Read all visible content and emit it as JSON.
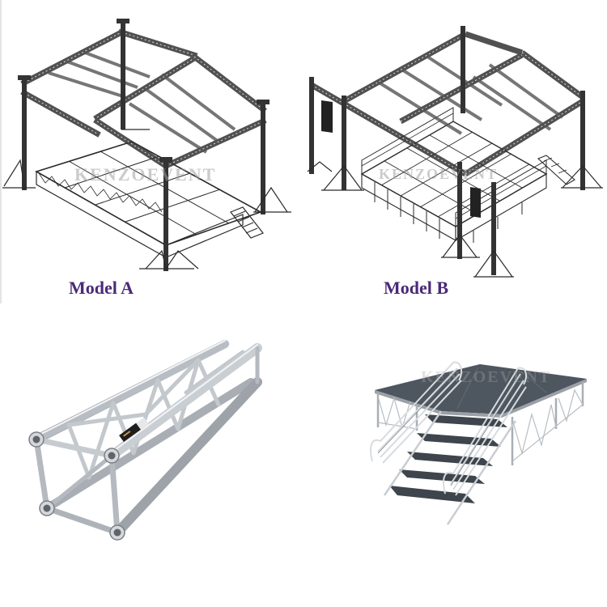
{
  "panels": [
    {
      "id": "model-a",
      "type": "line-drawing",
      "subject": "stage roof truss structure with stage platform and stairs",
      "caption": "Model A",
      "watermark": "KENZOEVENT"
    },
    {
      "id": "model-b",
      "type": "line-drawing",
      "subject": "stage roof truss structure with speaker line arrays, railed stage platform and stairs",
      "caption": "Model B",
      "watermark": "KENZOEVENT"
    },
    {
      "id": "truss-photo",
      "type": "product-photo",
      "subject": "aluminum square box truss segment"
    },
    {
      "id": "stage-photo",
      "type": "product-photo",
      "subject": "portable aluminum stage platform with staircase and handrails",
      "watermark": "KENZOEVENT"
    }
  ],
  "captions": {
    "model_a": "Model A",
    "model_b": "Model B"
  },
  "watermarks": {
    "a": "KENZOEVENT",
    "b": "KENZOEVENT",
    "d": "KENZOEVENT"
  },
  "colors": {
    "caption": "#4a2a78",
    "truss_line": "#222222",
    "aluminum": "#b9bec4",
    "stage_deck": "#4a535c",
    "background": "#ffffff"
  }
}
